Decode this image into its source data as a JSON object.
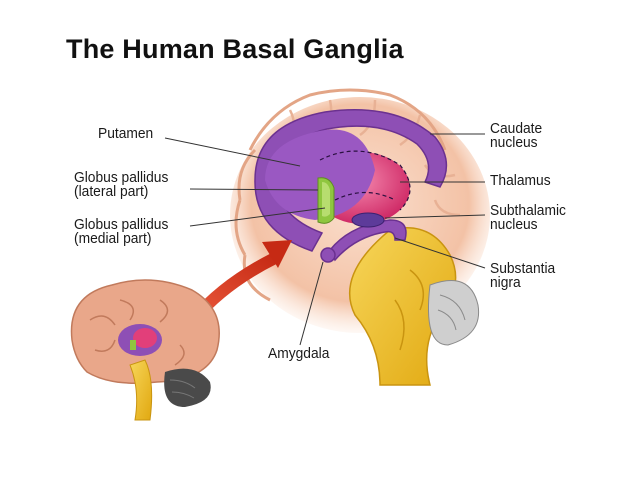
{
  "title": "The Human Basal Ganglia",
  "labels": {
    "putamen": "Putamen",
    "gp_lateral_1": "Globus pallidus",
    "gp_lateral_2": "(lateral part)",
    "gp_medial_1": "Globus pallidus",
    "gp_medial_2": "(medial part)",
    "caudate_1": "Caudate",
    "caudate_2": "nucleus",
    "thalamus": "Thalamus",
    "subthalamic_1": "Subthalamic",
    "subthalamic_2": "nucleus",
    "substantia_1": "Substantia",
    "substantia_2": "nigra",
    "amygdala": "Amygdala"
  },
  "colors": {
    "cortex": "#f6c9b0",
    "cortex_dark": "#e8a888",
    "caudate_putamen": "#8e4fb5",
    "thalamus": "#e23f7a",
    "globus_pallidus": "#8fc63f",
    "brainstem": "#f0c419",
    "arrow": "#d8341e",
    "cerebellum": "#4a4a4a"
  }
}
